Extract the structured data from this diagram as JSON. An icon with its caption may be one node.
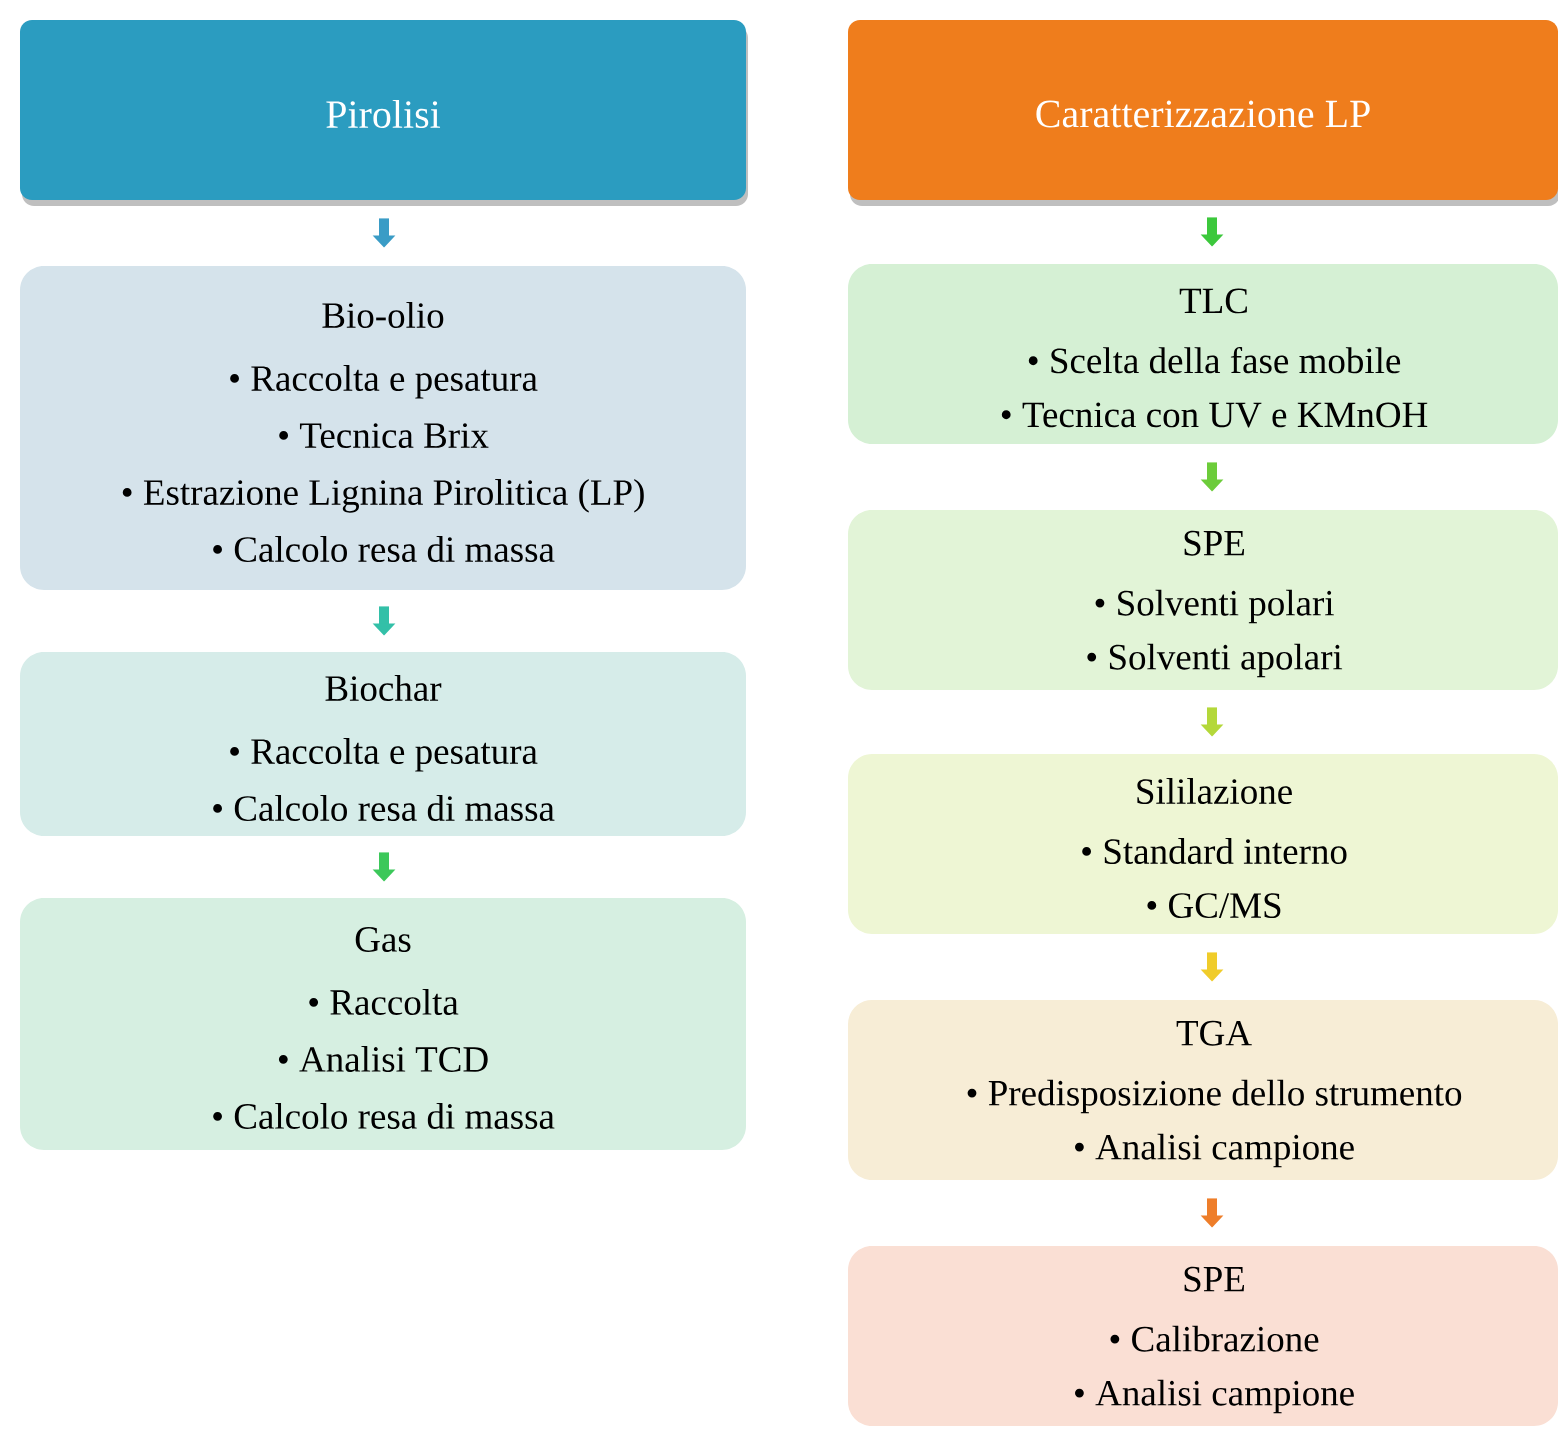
{
  "diagram": {
    "nodes": [
      {
        "text": [
          "Pirolisi"
        ]
      },
      {
        "text": [
          "Bio-olio",
          "• Raccolta e pesatura",
          "• Tecnica Brix",
          "• Estrazione Lignina Pirolitica (LP)",
          "• Calcolo resa di massa"
        ]
      },
      {
        "text": [
          "Biochar",
          "• Raccolta e pesatura",
          "• Calcolo resa di massa"
        ]
      },
      {
        "text": [
          "Gas",
          "• Raccolta",
          "• Analisi TCD",
          "• Calcolo resa di massa"
        ]
      },
      {
        "text": [
          "Caratterizzazione LP"
        ]
      },
      {
        "text": [
          "TLC",
          "• Scelta della fase mobile",
          "• Tecnica con UV e KMnOH"
        ]
      },
      {
        "text": [
          "SPE",
          "• Solventi polari",
          "• Solventi apolari"
        ]
      },
      {
        "text": [
          "Sililazione",
          "• Standard interno",
          "• GC/MS"
        ]
      },
      {
        "text": [
          "TGA",
          "• Predisposizione dello strumento",
          "• Analisi campione"
        ]
      },
      {
        "text": [
          "SPE",
          "• Calibrazione",
          "• Analisi campione"
        ]
      }
    ],
    "edges": [
      {
        "from": 0,
        "to": 1,
        "arrow": "to",
        "color": "#3a9cc6"
      },
      {
        "from": 1,
        "to": 2,
        "arrow": "to",
        "color": "#33c0a8"
      },
      {
        "from": 2,
        "to": 3,
        "arrow": "to",
        "color": "#3cc85a"
      },
      {
        "from": 4,
        "to": 5,
        "arrow": "to",
        "color": "#3cc83c"
      },
      {
        "from": 5,
        "to": 6,
        "arrow": "to",
        "color": "#6ccc3a"
      },
      {
        "from": 6,
        "to": 7,
        "arrow": "to",
        "color": "#b4d83a"
      },
      {
        "from": 7,
        "to": 8,
        "arrow": "to",
        "color": "#f0cc2a"
      },
      {
        "from": 8,
        "to": 9,
        "arrow": "to",
        "color": "#ee7e2a"
      }
    ]
  }
}
